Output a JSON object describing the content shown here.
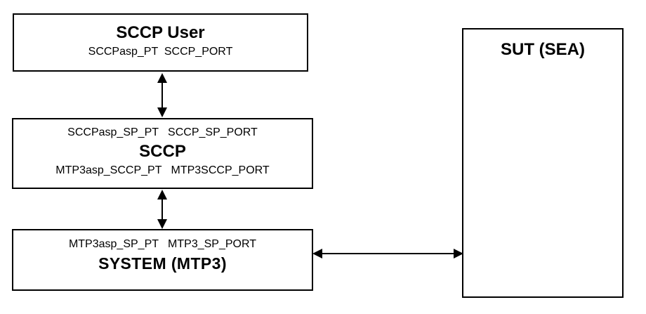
{
  "sccp_user": {
    "title": "SCCP User",
    "ports": "SCCPasp_PT  SCCP_PORT"
  },
  "sccp": {
    "top_ports": "SCCPasp_SP_PT   SCCP_SP_PORT",
    "title": "SCCP",
    "bottom_ports": "MTP3asp_SCCP_PT   MTP3SCCP_PORT"
  },
  "system": {
    "ports": "MTP3asp_SP_PT   MTP3_SP_PORT",
    "title": "SYSTEM (MTP3)"
  },
  "sut": {
    "title": "SUT (SEA)"
  },
  "colors": {
    "line": "#000000",
    "background": "#ffffff"
  }
}
